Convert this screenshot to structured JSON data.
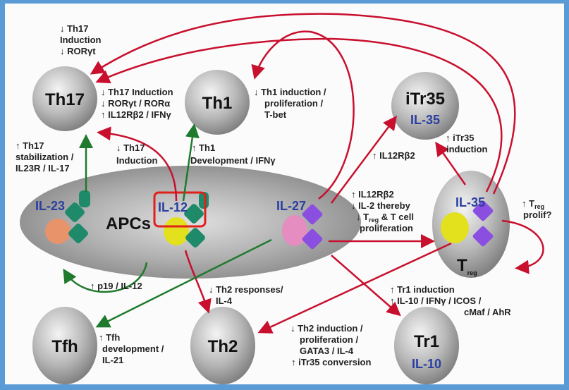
{
  "colors": {
    "inhibit_arrow": "#c8102e",
    "promote_arrow": "#1f7a2e",
    "highlight_box": "#e0201b",
    "cytokine_text": "#2b3fa0",
    "border": "#5b9bd5"
  },
  "cells": {
    "th17": "Th17",
    "th1": "Th1",
    "itr35": "iTr35",
    "itr35_cytokine": "IL-35",
    "treg_main": "T",
    "treg_sub": "reg",
    "apcs": "APCs",
    "tfh": "Tfh",
    "th2": "Th2",
    "tr1": "Tr1",
    "tr1_cytokine": "IL-10"
  },
  "cytokines": {
    "il23": "IL-23",
    "il12": "IL-12",
    "il27": "IL-27",
    "il35": "IL-35"
  },
  "labels": {
    "th17_top": [
      "↓ Th17",
      "Induction",
      "↓ RORγt"
    ],
    "th17_right": [
      "↓ Th17 Induction",
      "↓ RORγt / RORα",
      "↑ IL12Rβ2 / IFNγ"
    ],
    "th1_right": [
      "↓ Th1 induction /",
      "proliferation /",
      "T-bet"
    ],
    "th17_stab": [
      "↑ Th17",
      "stabilization /",
      "IL23R / IL-17"
    ],
    "th17_induction": [
      "↓ Th17",
      "Induction"
    ],
    "th1_dev": [
      "↑ Th1",
      "Development / IFNγ"
    ],
    "il12rb2": "↑ IL12Rβ2",
    "itr35_induction": [
      "↑ iTr35",
      "induction"
    ],
    "il27_effects": [
      "↑ IL12Rβ2",
      "↓ IL-2 thereby",
      "↓ T",
      "reg",
      " & T cell",
      "proliferation"
    ],
    "treg_prolif": [
      "↑ T",
      "reg",
      "prolif?"
    ],
    "p19": "↑ p19 / IL-12",
    "th2_responses": [
      "↓ Th2 responses/",
      "IL-4"
    ],
    "tr1_induction": [
      "↑ Tr1 induction",
      "↑ IL-10 / IFNγ / ICOS /",
      "cMaf / AhR"
    ],
    "tfh_dev": [
      "↑ Tfh",
      "development  /",
      "IL-21"
    ],
    "th2_induction": [
      "↓ Th2 induction /",
      "proliferation /",
      "GATA3 / IL-4",
      "↑ iTr35 conversion"
    ]
  }
}
